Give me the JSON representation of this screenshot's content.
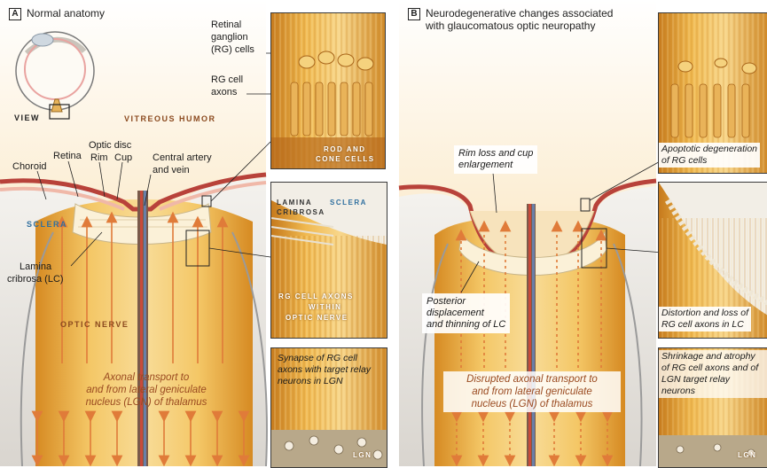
{
  "panel_a": {
    "letter": "A",
    "title": "Normal anatomy",
    "labels": {
      "view": "VIEW",
      "vitreous": "VITREOUS HUMOR",
      "optic_disc": "Optic disc",
      "rim": "Rim",
      "cup": "Cup",
      "choroid": "Choroid",
      "retina": "Retina",
      "central_artery_1": "Central artery",
      "central_artery_2": "and vein",
      "sclera": "SCLERA",
      "lamina_1": "Lamina",
      "lamina_2": "cribrosa (LC)",
      "optic_nerve": "OPTIC NERVE",
      "transport_1": "Axonal transport to",
      "transport_2": "and from lateral geniculate",
      "transport_3": "nucleus (LGN) of thalamus"
    },
    "inset_labels": {
      "rg_cells_1": "Retinal",
      "rg_cells_2": "ganglion",
      "rg_cells_3": "(RG) cells",
      "rg_axons_1": "RG cell",
      "rg_axons_2": "axons",
      "rods_1": "ROD AND",
      "rods_2": "CONE CELLS",
      "lamina_caps_1": "LAMINA",
      "lamina_caps_2": "CRIBROSA",
      "sclera_caps": "SCLERA",
      "axons_nerve_1": "RG CELL AXONS",
      "axons_nerve_2": "WITHIN",
      "axons_nerve_3": "OPTIC NERVE",
      "synapse_1": "Synapse of RG cell",
      "synapse_2": "axons with target relay",
      "synapse_3": "neurons in LGN",
      "lgn": "LGN"
    }
  },
  "panel_b": {
    "letter": "B",
    "title_1": "Neurodegenerative changes associated",
    "title_2": "with glaucomatous optic neuropathy",
    "labels": {
      "rim_loss_1": "Rim loss and cup",
      "rim_loss_2": "enlargement",
      "posterior_1": "Posterior",
      "posterior_2": "displacement",
      "posterior_3": "and thinning of LC",
      "transport_1": "Disrupted axonal transport to",
      "transport_2": "and from lateral geniculate",
      "transport_3": "nucleus (LGN) of thalamus"
    },
    "inset_labels": {
      "apoptotic_1": "Apoptotic degeneration",
      "apoptotic_2": "of RG cells",
      "distortion_1": "Distortion and loss of",
      "distortion_2": "RG cell axons in LC",
      "shrinkage_1": "Shrinkage and atrophy",
      "shrinkage_2": "of RG cell axons and of",
      "shrinkage_3": "LGN target relay neurons",
      "lgn": "LGN"
    }
  },
  "colors": {
    "axon_gold": "#e8a940",
    "axon_light": "#f6d48a",
    "arrow_orange": "#e07b39",
    "sclera_blue": "#2f6f9f",
    "choroid_red": "#b8423a",
    "label_brown": "#8b4a1f"
  }
}
